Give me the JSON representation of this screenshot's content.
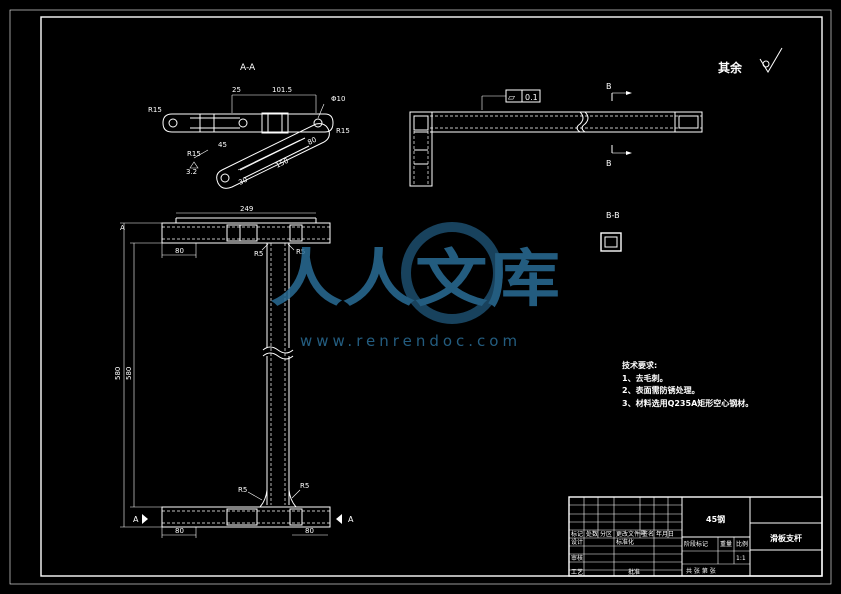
{
  "views": {
    "section_aa_title": "A-A",
    "section_bb_title": "B-B",
    "section_b_marker": "B",
    "section_a_marker": "A"
  },
  "roughness": {
    "label": "其余",
    "value": ""
  },
  "tolerance": {
    "flatness_symbol": "▱",
    "flatness_value": "0.1"
  },
  "dimensions": {
    "top_view": [
      "R15",
      "25",
      "101.5",
      "Φ10",
      "R15",
      "R15",
      "45",
      "3.2",
      "150",
      "30",
      "80"
    ],
    "front_view": [
      "249",
      "80",
      "R5",
      "R5",
      "580",
      "580",
      "R5",
      "R5",
      "80",
      "80"
    ]
  },
  "notes": {
    "title": "技术要求:",
    "items": [
      "1、去毛刺。",
      "2、表面需防锈处理。",
      "3、材料选用Q235A矩形空心钢材。"
    ]
  },
  "title_block": {
    "material": "45钢",
    "part_name": "滑板支杆",
    "scale_label": "比例",
    "scale_value": "1:1",
    "row_labels": [
      "标记",
      "处数",
      "分区",
      "更改文件号",
      "签名",
      "年月日"
    ],
    "design_label": "设计",
    "check_label": "审核",
    "process_label": "工艺",
    "std_label": "标准化",
    "approve_label": "批准",
    "weight_label": "重量",
    "stage_label": "阶段标记",
    "sheet_label": "共 张 第 张"
  },
  "watermark": {
    "text_cn": "人人文库",
    "url": "www.renrendoc.com"
  }
}
